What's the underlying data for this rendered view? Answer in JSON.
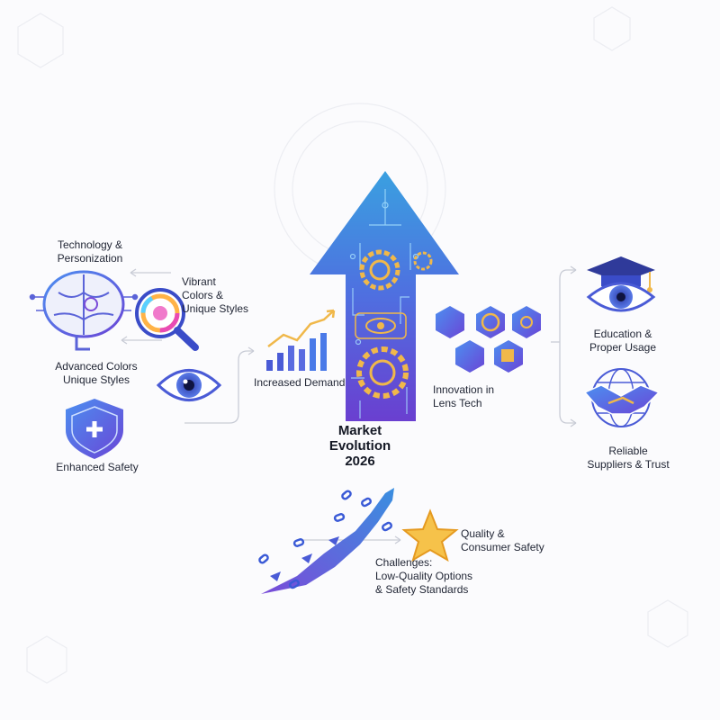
{
  "title": "Market\nEvolution\n2026",
  "labels": {
    "tech_personization": "Technology &\nPersonization",
    "vibrant_colors": "Vibrant\nColors &\nUnique Styles",
    "advanced_colors": "Advanced Colors\nUnique Styles",
    "enhanced_safety": "Enhanced Safety",
    "increased_demand": "Increased Demand",
    "innovation": "Innovation in\nLens Tech",
    "education": "Education &\nProper Usage",
    "reliable_suppliers": "Reliable\nSuppliers & Trust",
    "quality_safety": "Quality &\nConsumer Safety",
    "challenges": "Challenges:\nLow-Quality Options\n& Safety Standards"
  },
  "colors": {
    "arrow_top": "#3f7fe0",
    "arrow_bottom": "#6a3fd0",
    "accent_gold": "#f0b84a",
    "icon_blue": "#4a5bd6",
    "icon_purple": "#7a4bd8",
    "connector": "#c9ccd6"
  },
  "icons": [
    "brain-circuit-icon",
    "magnifier-color-wheel-icon",
    "eye-icon",
    "shield-plus-icon",
    "bar-chart-trend-icon",
    "hexagon-network-icon",
    "graduation-eye-icon",
    "handshake-globe-icon",
    "star-icon",
    "broken-chain-icon",
    "gear-icon"
  ]
}
